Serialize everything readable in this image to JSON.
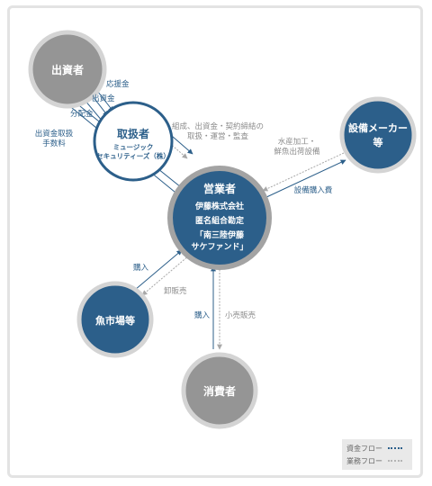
{
  "nodes": {
    "investor": "出資者",
    "handler_title": "取扱者",
    "handler_sub1": "ミュージック",
    "handler_sub2": "セキュリティーズ（株）",
    "operator_title": "営業者",
    "operator_l1": "伊藤株式会社",
    "operator_l2": "匿名組合勘定",
    "operator_l3": "「南三陸伊藤",
    "operator_l4": "サケファンド」",
    "equipment_l1": "設備メーカー",
    "equipment_l2": "等",
    "fishmarket": "魚市場等",
    "consumer": "消費者"
  },
  "labels": {
    "support": "応援金",
    "investment": "出資金",
    "distribution": "分配金",
    "fee_l1": "出資金取扱",
    "fee_l2": "手数料",
    "org_l1": "組成、出資金・契約締結の",
    "org_l2": "取扱・運営・監査",
    "processing_l1": "水産加工・",
    "processing_l2": "鮮魚出荷設備",
    "equip_purchase": "設備購入費",
    "fm_purchase": "購入",
    "wholesale": "卸販売",
    "c_purchase": "購入",
    "retail": "小売販売"
  },
  "legend": {
    "money": "資金フロー",
    "business": "業務フロー"
  },
  "colors": {
    "blue": "#2c5f8a",
    "gray": "#9a9a9a",
    "money_flow": "#2c5f8a",
    "business_flow": "#b4b4b4"
  }
}
